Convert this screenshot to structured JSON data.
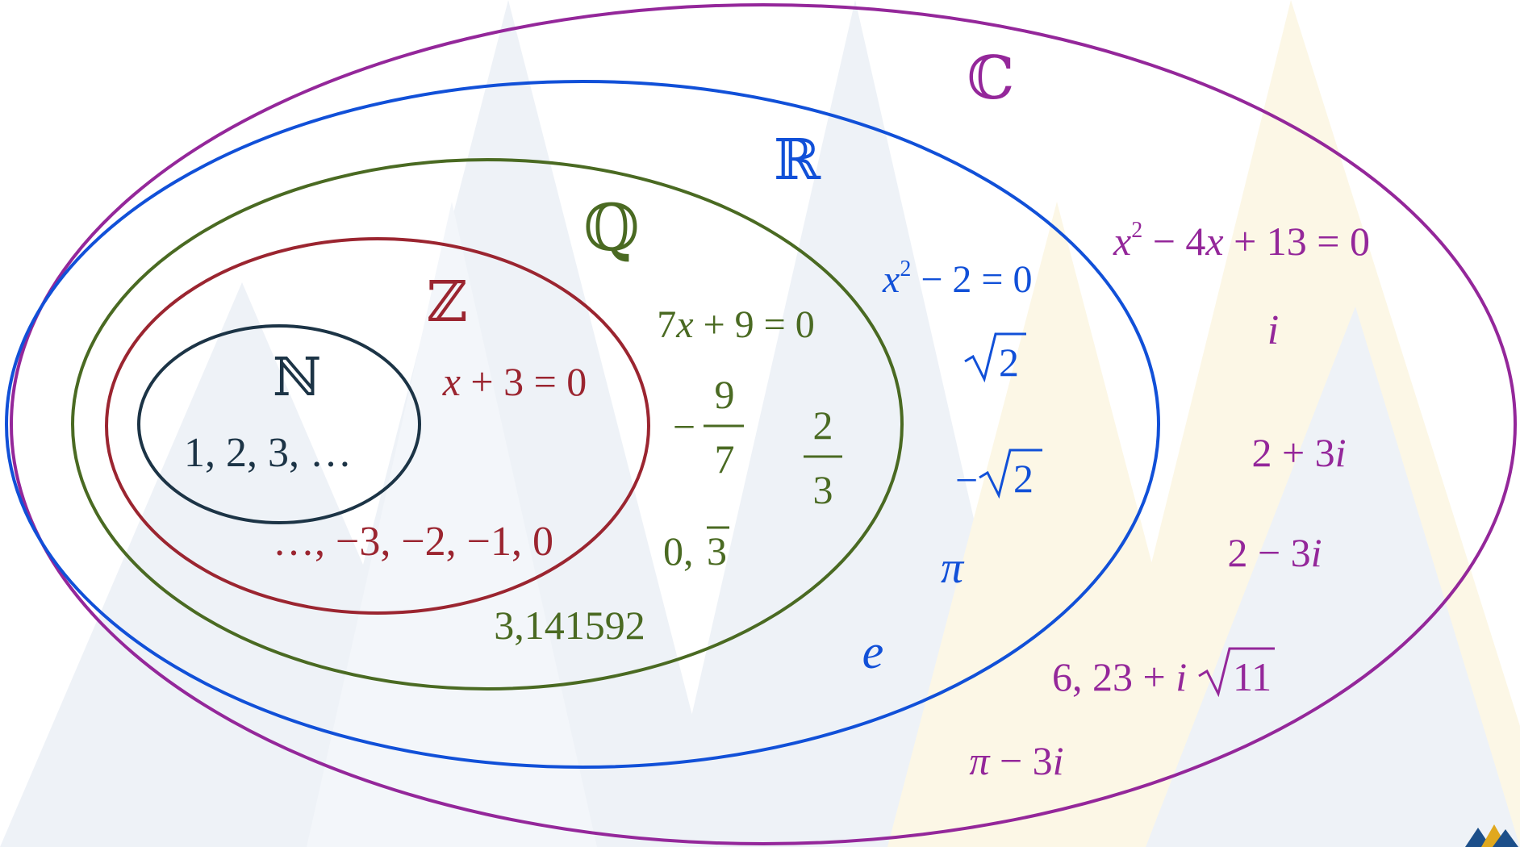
{
  "colors": {
    "N": "#1c3446",
    "Z": "#9b2530",
    "Q": "#4a6a22",
    "R": "#1150d8",
    "C": "#94279a",
    "background_tri_blue": "#eef2f7",
    "background_tri_gold": "#fcf7e6",
    "logo_blue": "#1c4f8a",
    "logo_gold": "#e0a81e"
  },
  "sets": {
    "N": {
      "symbol": "ℕ",
      "members": [
        "1, 2, 3, …"
      ]
    },
    "Z": {
      "symbol": "ℤ",
      "members": [
        "x + 3 = 0",
        "…, −3, −2, −1, 0"
      ]
    },
    "Q": {
      "symbol": "ℚ",
      "members": [
        "7x + 9 = 0",
        "−",
        "9",
        "7",
        "2",
        "3",
        "0, 3",
        "3,141592"
      ]
    },
    "R": {
      "symbol": "ℝ",
      "members": [
        "x² − 2 = 0",
        "√2",
        "−√2",
        "π",
        "e"
      ]
    },
    "C": {
      "symbol": "ℂ",
      "members": [
        "x² − 4x + 13 = 0",
        "i",
        "2 + 3i",
        "2 − 3i",
        "6, 23 + i√11",
        "π − 3i"
      ]
    }
  },
  "labels": {
    "n_list": "1, 2, 3, …",
    "z_eq_x": "x",
    "z_eq_rest": " + 3 = 0",
    "z_list": "…, −3, −2, −1, 0",
    "q_eq_7": "7",
    "q_eq_x": "x",
    "q_eq_rest": " + 9 = 0",
    "q_minus": "−",
    "q_frac1_num": "9",
    "q_frac1_den": "7",
    "q_frac2_num": "2",
    "q_frac2_den": "3",
    "q_rep_lead": "0, ",
    "q_rep_digit": "3",
    "q_decimal": "3,141592",
    "r_eq_x": "x",
    "r_eq_exp": "2",
    "r_eq_rest": " − 2 = 0",
    "r_sqrt2_radicand": "2",
    "r_neg_sqrt2_minus": "−",
    "r_neg_sqrt2_radicand": "2",
    "r_pi": "π",
    "r_e": "e",
    "c_eq_x1": "x",
    "c_eq_exp": "2",
    "c_eq_mid": " − 4",
    "c_eq_x2": "x",
    "c_eq_rest": " + 13 = 0",
    "c_i": "i",
    "c_z1_real": "2 + 3",
    "c_z1_i": "i",
    "c_z2_real": "2 − 3",
    "c_z2_i": "i",
    "c_z3_real": "6, 23 + ",
    "c_z3_i": "i",
    "c_z3_radicand": "11",
    "c_z4_pi": "π",
    "c_z4_rest": " − 3",
    "c_z4_i": "i"
  },
  "logo": {
    "icon": "triple-peak-logo-icon"
  }
}
